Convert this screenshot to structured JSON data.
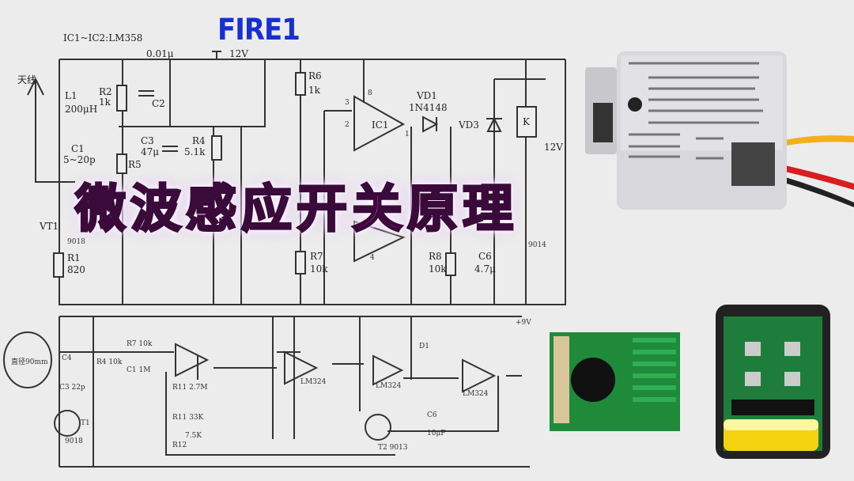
{
  "brand": "FIRE1",
  "title": "微波感应开关原理",
  "schematic_top": {
    "note": "IC1~IC2:LM358",
    "cap_top": "0.01μ",
    "supply": "12V",
    "antenna": "天线",
    "labels": [
      "L1",
      "200μH",
      "R2",
      "1k",
      "C2",
      "C1",
      "5~20p",
      "C3",
      "47μ",
      "R4",
      "5.1k",
      "R5",
      "R6",
      "1k",
      "VD1",
      "1N4148",
      "IC1",
      "VD3",
      "K",
      "12V",
      "VT1",
      "9018",
      "R1",
      "820",
      "R7",
      "10k",
      "R8",
      "10k",
      "C6",
      "4.7μ",
      "9014",
      "3",
      "2",
      "8",
      "1",
      "4"
    ]
  },
  "schematic_bottom": {
    "labels": [
      "C4",
      "R7 10k",
      "R4 10k",
      "C1 1M",
      "C3 22p",
      "T1",
      "9018",
      "R11 2.7M",
      "R11 33K",
      "R12",
      "7.5K",
      "LM324",
      "+9V",
      "T2 9013",
      "LM324",
      "LM324",
      "C6",
      "10μF",
      "D1"
    ],
    "antenna_label": "直径90mm"
  },
  "colors": {
    "title": "#e62ae8",
    "brand": "#1a2fd0",
    "pcb_green": "#1f8a3a"
  }
}
